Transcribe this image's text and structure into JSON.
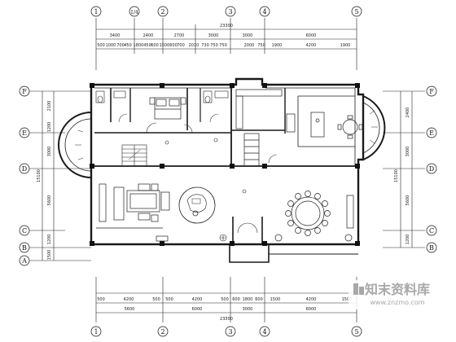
{
  "axes_top": [
    "1",
    "1/4",
    "2",
    "3",
    "4",
    "5"
  ],
  "axes_bottom": [
    "1",
    "2",
    "3",
    "4",
    "5"
  ],
  "axes_left": [
    "F",
    "E",
    "D",
    "C",
    "B",
    "A"
  ],
  "axes_right": [
    "F",
    "E",
    "D",
    "C",
    "B"
  ],
  "dims_top_row1": [
    "3400",
    "2400",
    "2700",
    "3000",
    "3000",
    "6000"
  ],
  "dims_top_total": "23300",
  "dims_top_row2": [
    "500",
    "1000",
    "700",
    "450",
    "1800",
    "450",
    "600",
    "1500",
    "600",
    "700",
    "2010",
    "730",
    "750",
    "750",
    "2000",
    "750",
    "1900",
    "4200",
    "1900"
  ],
  "dims_bottom_row1": [
    "500",
    "4200",
    "500",
    "500",
    "4200",
    "500",
    "600",
    "1800",
    "600",
    "1500",
    "4200",
    "1500"
  ],
  "dims_bottom_row2": [
    "5600",
    "6000",
    "3000",
    "6000"
  ],
  "dims_bottom_total": "23300",
  "dims_left": [
    "2100",
    "1200",
    "3000",
    "5600",
    "1200",
    "1500"
  ],
  "dims_left_total": "15100",
  "dims_right": [
    "2400",
    "3000",
    "5600",
    "1200"
  ],
  "dims_right_total": "15100",
  "watermark": {
    "brand": "知末资料库",
    "url": "www.znzmo.com"
  },
  "colors": {
    "ink": "#111111",
    "wall": "#1a1a1a",
    "paper": "#ffffff",
    "watermark": "#b0b0b0"
  }
}
